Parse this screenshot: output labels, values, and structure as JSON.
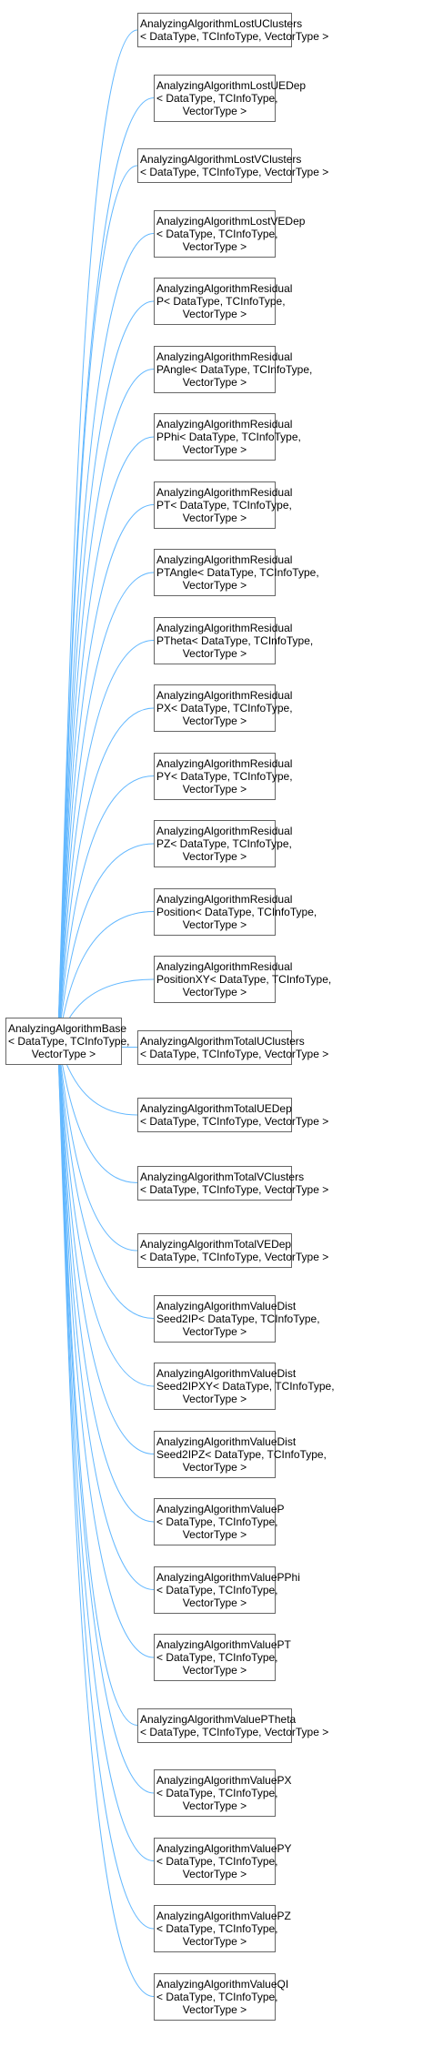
{
  "base": {
    "lines": [
      "AnalyzingAlgorithmBase",
      "< DataType, TCInfoType,",
      "VectorType >"
    ]
  },
  "edge_color": "#63b8ff",
  "derived": [
    {
      "lines": [
        "AnalyzingAlgorithmLostUClusters",
        "< DataType, TCInfoType, VectorType >"
      ]
    },
    {
      "lines": [
        "AnalyzingAlgorithmLostUEDep",
        "< DataType, TCInfoType,",
        "VectorType >"
      ]
    },
    {
      "lines": [
        "AnalyzingAlgorithmLostVClusters",
        "< DataType, TCInfoType, VectorType >"
      ]
    },
    {
      "lines": [
        "AnalyzingAlgorithmLostVEDep",
        "< DataType, TCInfoType,",
        "VectorType >"
      ]
    },
    {
      "lines": [
        "AnalyzingAlgorithmResidual",
        "P< DataType, TCInfoType,",
        "VectorType >"
      ]
    },
    {
      "lines": [
        "AnalyzingAlgorithmResidual",
        "PAngle< DataType, TCInfoType,",
        "VectorType >"
      ]
    },
    {
      "lines": [
        "AnalyzingAlgorithmResidual",
        "PPhi< DataType, TCInfoType,",
        "VectorType >"
      ]
    },
    {
      "lines": [
        "AnalyzingAlgorithmResidual",
        "PT< DataType, TCInfoType,",
        "VectorType >"
      ]
    },
    {
      "lines": [
        "AnalyzingAlgorithmResidual",
        "PTAngle< DataType, TCInfoType,",
        "VectorType >"
      ]
    },
    {
      "lines": [
        "AnalyzingAlgorithmResidual",
        "PTheta< DataType, TCInfoType,",
        "VectorType >"
      ]
    },
    {
      "lines": [
        "AnalyzingAlgorithmResidual",
        "PX< DataType, TCInfoType,",
        "VectorType >"
      ]
    },
    {
      "lines": [
        "AnalyzingAlgorithmResidual",
        "PY< DataType, TCInfoType,",
        "VectorType >"
      ]
    },
    {
      "lines": [
        "AnalyzingAlgorithmResidual",
        "PZ< DataType, TCInfoType,",
        "VectorType >"
      ]
    },
    {
      "lines": [
        "AnalyzingAlgorithmResidual",
        "Position< DataType, TCInfoType,",
        "VectorType >"
      ]
    },
    {
      "lines": [
        "AnalyzingAlgorithmResidual",
        "PositionXY< DataType, TCInfoType,",
        "VectorType >"
      ]
    },
    {
      "lines": [
        "AnalyzingAlgorithmTotalUClusters",
        "< DataType, TCInfoType, VectorType >"
      ]
    },
    {
      "lines": [
        "AnalyzingAlgorithmTotalUEDep",
        "< DataType, TCInfoType, VectorType >"
      ]
    },
    {
      "lines": [
        "AnalyzingAlgorithmTotalVClusters",
        "< DataType, TCInfoType, VectorType >"
      ]
    },
    {
      "lines": [
        "AnalyzingAlgorithmTotalVEDep",
        "< DataType, TCInfoType, VectorType >"
      ]
    },
    {
      "lines": [
        "AnalyzingAlgorithmValueDist",
        "Seed2IP< DataType, TCInfoType,",
        "VectorType >"
      ]
    },
    {
      "lines": [
        "AnalyzingAlgorithmValueDist",
        "Seed2IPXY< DataType, TCInfoType,",
        "VectorType >"
      ]
    },
    {
      "lines": [
        "AnalyzingAlgorithmValueDist",
        "Seed2IPZ< DataType, TCInfoType,",
        "VectorType >"
      ]
    },
    {
      "lines": [
        "AnalyzingAlgorithmValueP",
        "< DataType, TCInfoType,",
        "VectorType >"
      ]
    },
    {
      "lines": [
        "AnalyzingAlgorithmValuePPhi",
        "< DataType, TCInfoType,",
        "VectorType >"
      ]
    },
    {
      "lines": [
        "AnalyzingAlgorithmValuePT",
        "< DataType, TCInfoType,",
        "VectorType >"
      ]
    },
    {
      "lines": [
        "AnalyzingAlgorithmValuePTheta",
        "< DataType, TCInfoType, VectorType >"
      ]
    },
    {
      "lines": [
        "AnalyzingAlgorithmValuePX",
        "< DataType, TCInfoType,",
        "VectorType >"
      ]
    },
    {
      "lines": [
        "AnalyzingAlgorithmValuePY",
        "< DataType, TCInfoType,",
        "VectorType >"
      ]
    },
    {
      "lines": [
        "AnalyzingAlgorithmValuePZ",
        "< DataType, TCInfoType,",
        "VectorType >"
      ]
    },
    {
      "lines": [
        "AnalyzingAlgorithmValueQI",
        "< DataType, TCInfoType,",
        "VectorType >"
      ]
    }
  ]
}
